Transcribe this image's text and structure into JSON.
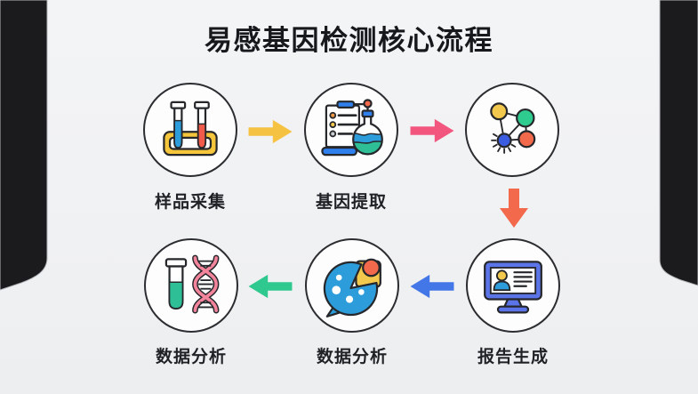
{
  "title": "易感基因检测核心流程",
  "background": {
    "canvas": "#f1f2f4",
    "corner_black": "#1b1b1d"
  },
  "steps": [
    {
      "name": "sample-collection",
      "label": "样品采集",
      "icon": "test-tubes-rack-icon"
    },
    {
      "name": "gene-extraction",
      "label": "基因提取",
      "icon": "clipboard-flask-icon"
    },
    {
      "name": "molecule-network",
      "label": "",
      "icon": "molecule-icon"
    },
    {
      "name": "report-generation",
      "label": "报告生成",
      "icon": "monitor-report-icon"
    },
    {
      "name": "data-analysis-chart",
      "label": "数据分析",
      "icon": "pie-chart-bubble-icon"
    },
    {
      "name": "data-analysis-dna",
      "label": "数据分析",
      "icon": "dna-test-tube-icon"
    }
  ],
  "arrows": [
    {
      "from": "sample-collection",
      "to": "gene-extraction",
      "direction": "right",
      "color": "#f5c242"
    },
    {
      "from": "gene-extraction",
      "to": "molecule-network",
      "direction": "right",
      "color": "#f2567e"
    },
    {
      "from": "molecule-network",
      "to": "report-generation",
      "direction": "down",
      "color": "#f26a4b"
    },
    {
      "from": "report-generation",
      "to": "data-analysis-chart",
      "direction": "left",
      "color": "#4377e8"
    },
    {
      "from": "data-analysis-chart",
      "to": "data-analysis-dna",
      "direction": "left",
      "color": "#2fc98f"
    }
  ],
  "palette": {
    "ink": "#26272b",
    "white": "#ffffff",
    "blue": "#2d9cdb",
    "royal_blue": "#2f80ed",
    "indigo": "#5b74e8",
    "node_blue": "#3a5ce0",
    "yellow": "#f2c94c",
    "rack_yellow": "#f5c63c",
    "orange": "#f2994a",
    "coral": "#f2694c",
    "red": "#f15b4a",
    "green": "#2fbf96",
    "emerald": "#2ecc8e",
    "pink": "#f2849b",
    "gray": "#c9ccd1"
  }
}
